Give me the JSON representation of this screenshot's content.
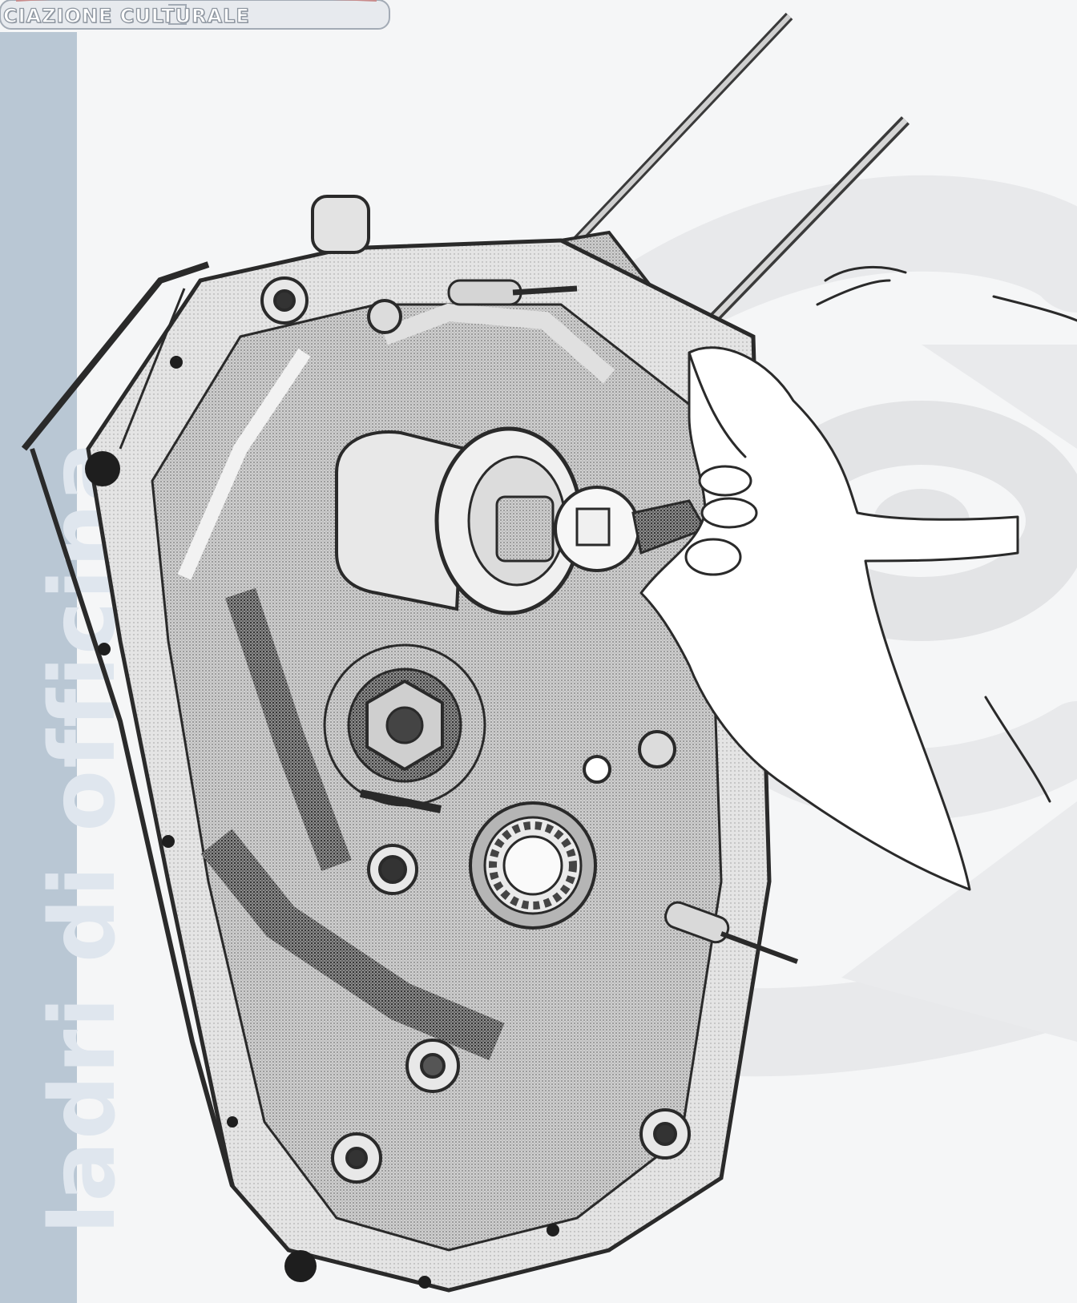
{
  "header": {
    "banner_text": "CIAZIONE CULTURALE"
  },
  "sidebar": {
    "watermark_text": "ladri di officina",
    "color": "#b9c7d4"
  },
  "illustration": {
    "subject": "engine-crankcase-half-with-hand-and-tool",
    "style": "grayscale halftone technical drawing"
  },
  "colors": {
    "background": "#f5f6f7",
    "sidebar": "#b9c7d4",
    "watermark_swirl": "#e6e7e9",
    "metal_light": "#c9c9c9",
    "metal_dark": "#6e6e6e",
    "outline": "#2a2a2a"
  }
}
